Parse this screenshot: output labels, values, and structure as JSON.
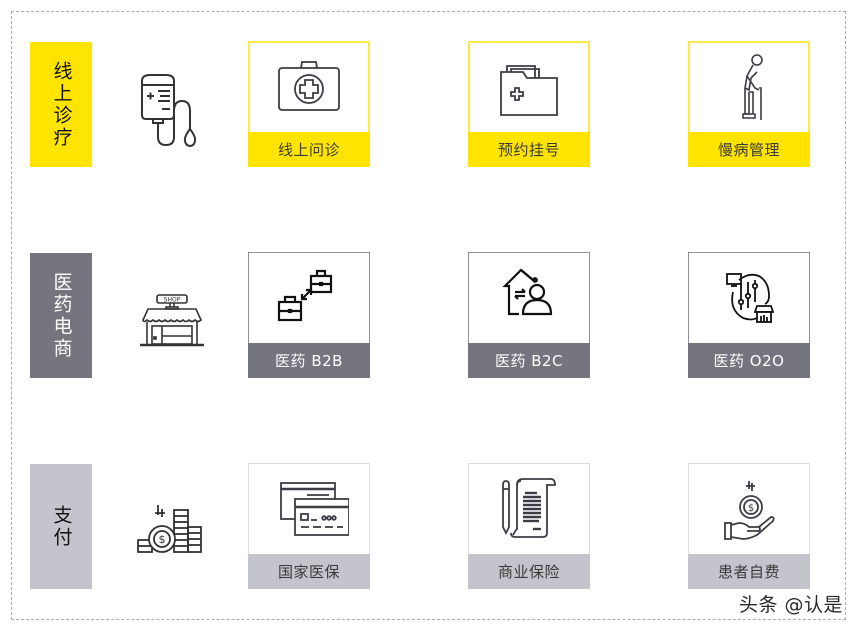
{
  "rows": [
    {
      "category": "线上诊疗",
      "category_icon": "iv-drip-icon",
      "color": "#ffe400",
      "cards": [
        {
          "label": "线上问诊",
          "icon": "medical-kit-icon"
        },
        {
          "label": "预约挂号",
          "icon": "medical-folder-icon"
        },
        {
          "label": "慢病管理",
          "icon": "elderly-cane-icon"
        }
      ]
    },
    {
      "category": "医药电商",
      "category_icon": "shop-storefront-icon",
      "color": "#75757f",
      "cards": [
        {
          "label": "医药 B2B",
          "icon": "briefcase-exchange-icon"
        },
        {
          "label": "医药 B2C",
          "icon": "home-to-person-icon"
        },
        {
          "label": "医药 O2O",
          "icon": "online-offline-store-icon"
        }
      ]
    },
    {
      "category": "支付",
      "category_icon": "coin-stacks-icon",
      "color": "#c4c4cc",
      "cards": [
        {
          "label": "国家医保",
          "icon": "insurance-cards-icon"
        },
        {
          "label": "商业保险",
          "icon": "policy-document-pen-icon"
        },
        {
          "label": "患者自费",
          "icon": "hand-coin-icon"
        }
      ]
    }
  ],
  "shop_sign": "SHOP",
  "watermark": "头条 @认是"
}
